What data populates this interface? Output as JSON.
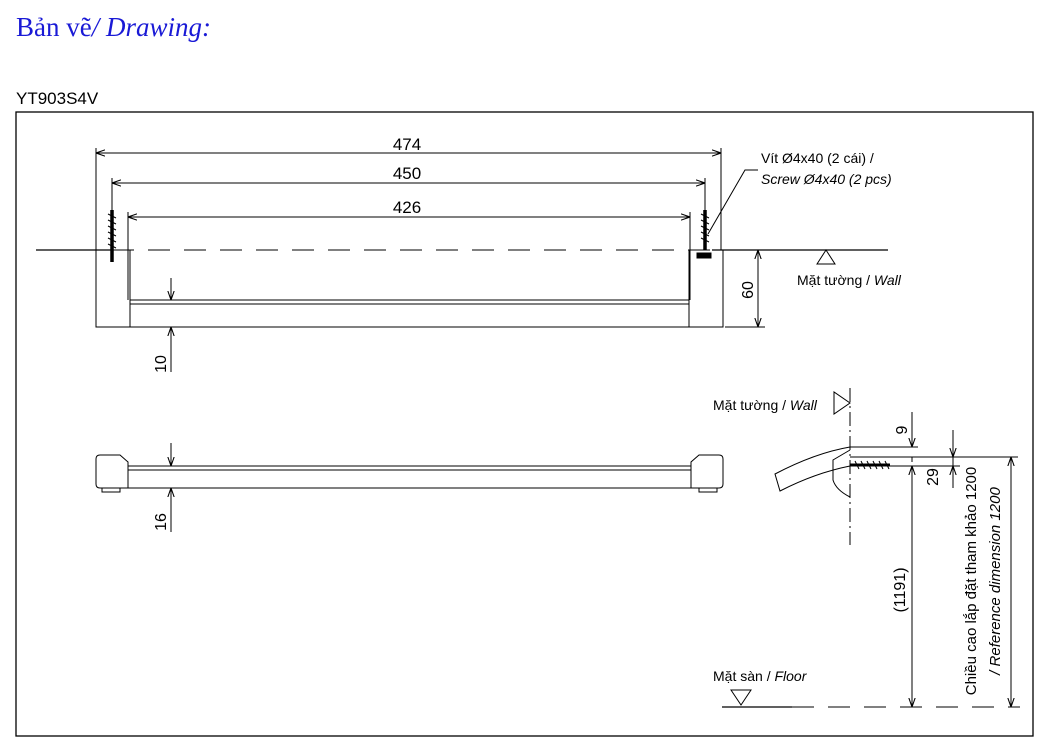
{
  "heading": {
    "part1": "Bản vẽ",
    "part2": "/ Drawing:"
  },
  "model": "YT903S4V",
  "dimensions": {
    "d474": "474",
    "d450": "450",
    "d426": "426",
    "d60": "60",
    "d10": "10",
    "d16": "16",
    "d9": "9",
    "d29": "29",
    "d1191": "(1191)"
  },
  "labels": {
    "screw_vn": "Vít Ø4x40 (2 cái) /",
    "screw_en": "Screw Ø4x40 (2 pcs)",
    "wall_top_vn": "Mặt tường / ",
    "wall_top_en": "Wall",
    "wall_side_vn": "Mặt tường / ",
    "wall_side_en": "Wall",
    "floor_vn": "Mặt sàn / ",
    "floor_en": "Floor",
    "ref_vn": "Chiều cao lắp đặt tham khảo 1200",
    "ref_en": "/ Reference dimension 1200"
  }
}
